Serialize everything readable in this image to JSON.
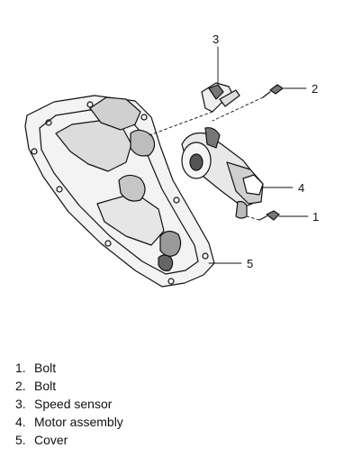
{
  "callouts": [
    {
      "num": "1"
    },
    {
      "num": "2"
    },
    {
      "num": "3"
    },
    {
      "num": "4"
    },
    {
      "num": "5"
    }
  ],
  "legend": [
    {
      "num": "1.",
      "label": "Bolt"
    },
    {
      "num": "2.",
      "label": "Bolt"
    },
    {
      "num": "3.",
      "label": "Speed sensor"
    },
    {
      "num": "4.",
      "label": "Motor assembly"
    },
    {
      "num": "5.",
      "label": "Cover"
    }
  ]
}
